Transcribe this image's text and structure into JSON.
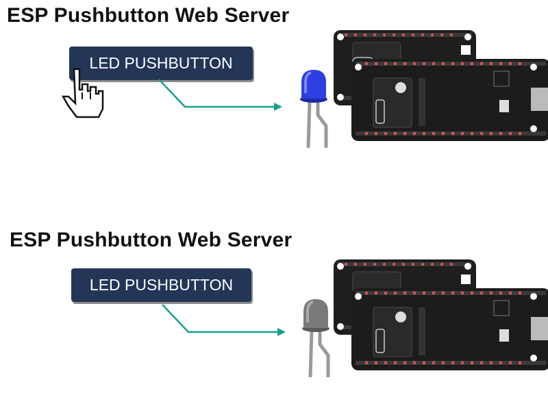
{
  "panels": [
    {
      "title": "ESP Pushbutton Web Server",
      "button_label": "LED PUSHBUTTON",
      "button_pressed": true,
      "led_state": "on",
      "cursor": "hand-pointer-icon"
    },
    {
      "title": "ESP Pushbutton Web Server",
      "button_label": "LED PUSHBUTTON",
      "button_pressed": false,
      "led_state": "off"
    }
  ],
  "colors": {
    "button_bg": "#243656",
    "wire": "#16a08a",
    "led_on": "#2d3fe0",
    "led_off": "#7a7a7a",
    "board": "#1e1e1e",
    "pin_header": "#d9534f"
  }
}
